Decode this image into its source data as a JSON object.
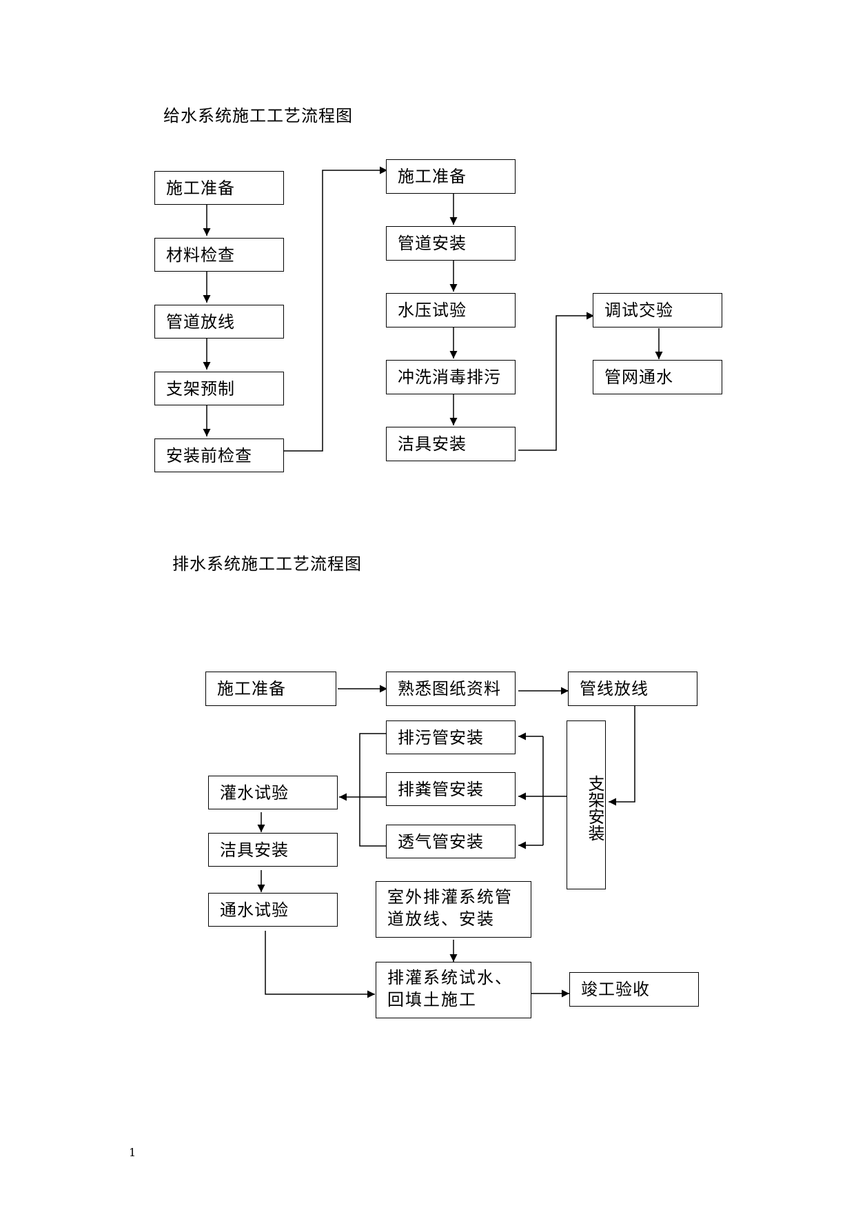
{
  "water_supply": {
    "title": "给水系统施工工艺流程图",
    "left_column": [
      "施工准备",
      "材料检查",
      "管道放线",
      "支架预制",
      "安装前检查"
    ],
    "middle_column": [
      "施工准备",
      "管道安装",
      "水压试验",
      "冲洗消毒排污",
      "洁具安装"
    ],
    "right_column": [
      "调试交验",
      "管网通水"
    ]
  },
  "drainage": {
    "title": "排水系统施工工艺流程图",
    "prep": "施工准备",
    "drawings": "熟悉图纸资料",
    "layout": "管线放线",
    "support": "支架安装",
    "sewage_pipe": "排污管安装",
    "waste_pipe": "排粪管安装",
    "vent_pipe": "透气管安装",
    "fill_test": "灌水试验",
    "fixture": "洁具安装",
    "flow_test": "通水试验",
    "outdoor": "室外排灌系统管道放线、安装",
    "system_test": "排灌系统试水、回填土施工",
    "acceptance": "竣工验收"
  },
  "page_number": "1"
}
